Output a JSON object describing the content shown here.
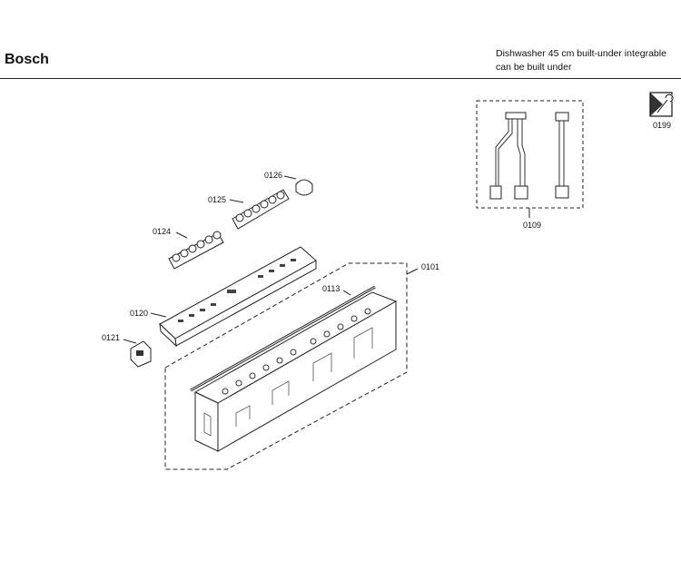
{
  "header": {
    "brand": "Bosch",
    "description_line1": "Dishwasher 45 cm built-under integrable",
    "description_line2": "can be built under"
  },
  "parts": [
    {
      "id": "0199",
      "label": "0199"
    },
    {
      "id": "0109",
      "label": "0109"
    },
    {
      "id": "0126",
      "label": "0126"
    },
    {
      "id": "0125",
      "label": "0125"
    },
    {
      "id": "0124",
      "label": "0124"
    },
    {
      "id": "0120",
      "label": "0120"
    },
    {
      "id": "0121",
      "label": "0121"
    },
    {
      "id": "0101",
      "label": "0101"
    },
    {
      "id": "0113",
      "label": "0113"
    }
  ],
  "icons": [
    "wrench-icon"
  ]
}
